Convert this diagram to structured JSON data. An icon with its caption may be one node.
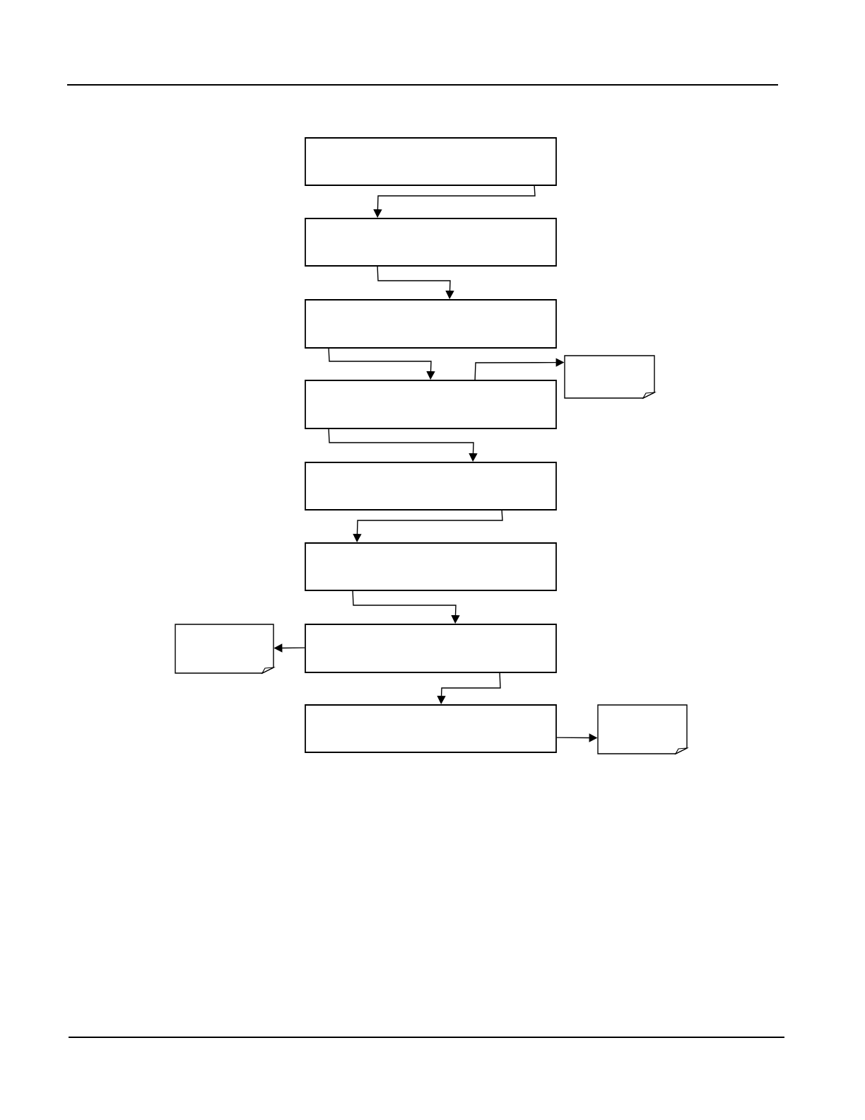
{
  "diagram": {
    "nodes": [
      {
        "text": [],
        "shape": "box"
      },
      {
        "text": [],
        "shape": "box"
      },
      {
        "text": [],
        "shape": "box"
      },
      {
        "text": [],
        "shape": "box"
      },
      {
        "text": [],
        "shape": "document"
      },
      {
        "text": [],
        "shape": "box"
      },
      {
        "text": [],
        "shape": "box"
      },
      {
        "text": [],
        "shape": "document"
      },
      {
        "text": [],
        "shape": "box"
      },
      {
        "text": [],
        "shape": "box"
      },
      {
        "text": [],
        "shape": "document"
      }
    ],
    "edges": [
      {
        "from": 0,
        "to": 1,
        "arrow": "to"
      },
      {
        "from": 1,
        "to": 2,
        "arrow": "to"
      },
      {
        "from": 2,
        "to": 3,
        "arrow": "to"
      },
      {
        "from": 3,
        "to": 4,
        "arrow": "to"
      },
      {
        "from": 3,
        "to": 5,
        "arrow": "to"
      },
      {
        "from": 5,
        "to": 6,
        "arrow": "to"
      },
      {
        "from": 6,
        "to": 8,
        "arrow": "to"
      },
      {
        "from": 8,
        "to": 7,
        "arrow": "to"
      },
      {
        "from": 8,
        "to": 9,
        "arrow": "to"
      },
      {
        "from": 9,
        "to": 10,
        "arrow": "to"
      }
    ]
  }
}
